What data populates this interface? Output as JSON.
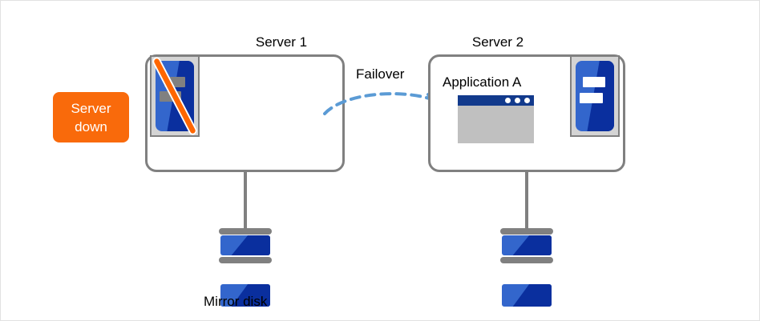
{
  "diagram": {
    "type": "failover-cluster-diagram",
    "background_color": "#ffffff",
    "border_color": "#e2e2e2"
  },
  "servers": [
    {
      "title": "Server 1",
      "state": "down",
      "icon": "server-machine-icon-disabled",
      "badge": {
        "line1": "Server",
        "line2": "down",
        "color": "#f96a0b",
        "text_color": "#ffffff"
      }
    },
    {
      "title": "Server 2",
      "state": "active",
      "icon": "server-machine-icon-active",
      "application": {
        "label": "Application A",
        "icon": "application-window-icon"
      }
    }
  ],
  "failover": {
    "label": "Failover",
    "arrow_color": "#5b9bd5",
    "style": "dashed-curve"
  },
  "storage": [
    {
      "label": "Mirror disk",
      "icon": "mirror-disk-icon",
      "owner": "Server 1"
    },
    {
      "label": "",
      "icon": "mirror-disk-icon",
      "owner": "Server 2"
    }
  ],
  "colors": {
    "box_border": "#808080",
    "server_blue_light": "#3366cc",
    "server_blue_dark": "#0a2f9e",
    "icon_frame": "#d4d4d4",
    "slash": "#ff6600",
    "app_titlebar": "#123a8c",
    "app_body": "#c0c0c0"
  }
}
